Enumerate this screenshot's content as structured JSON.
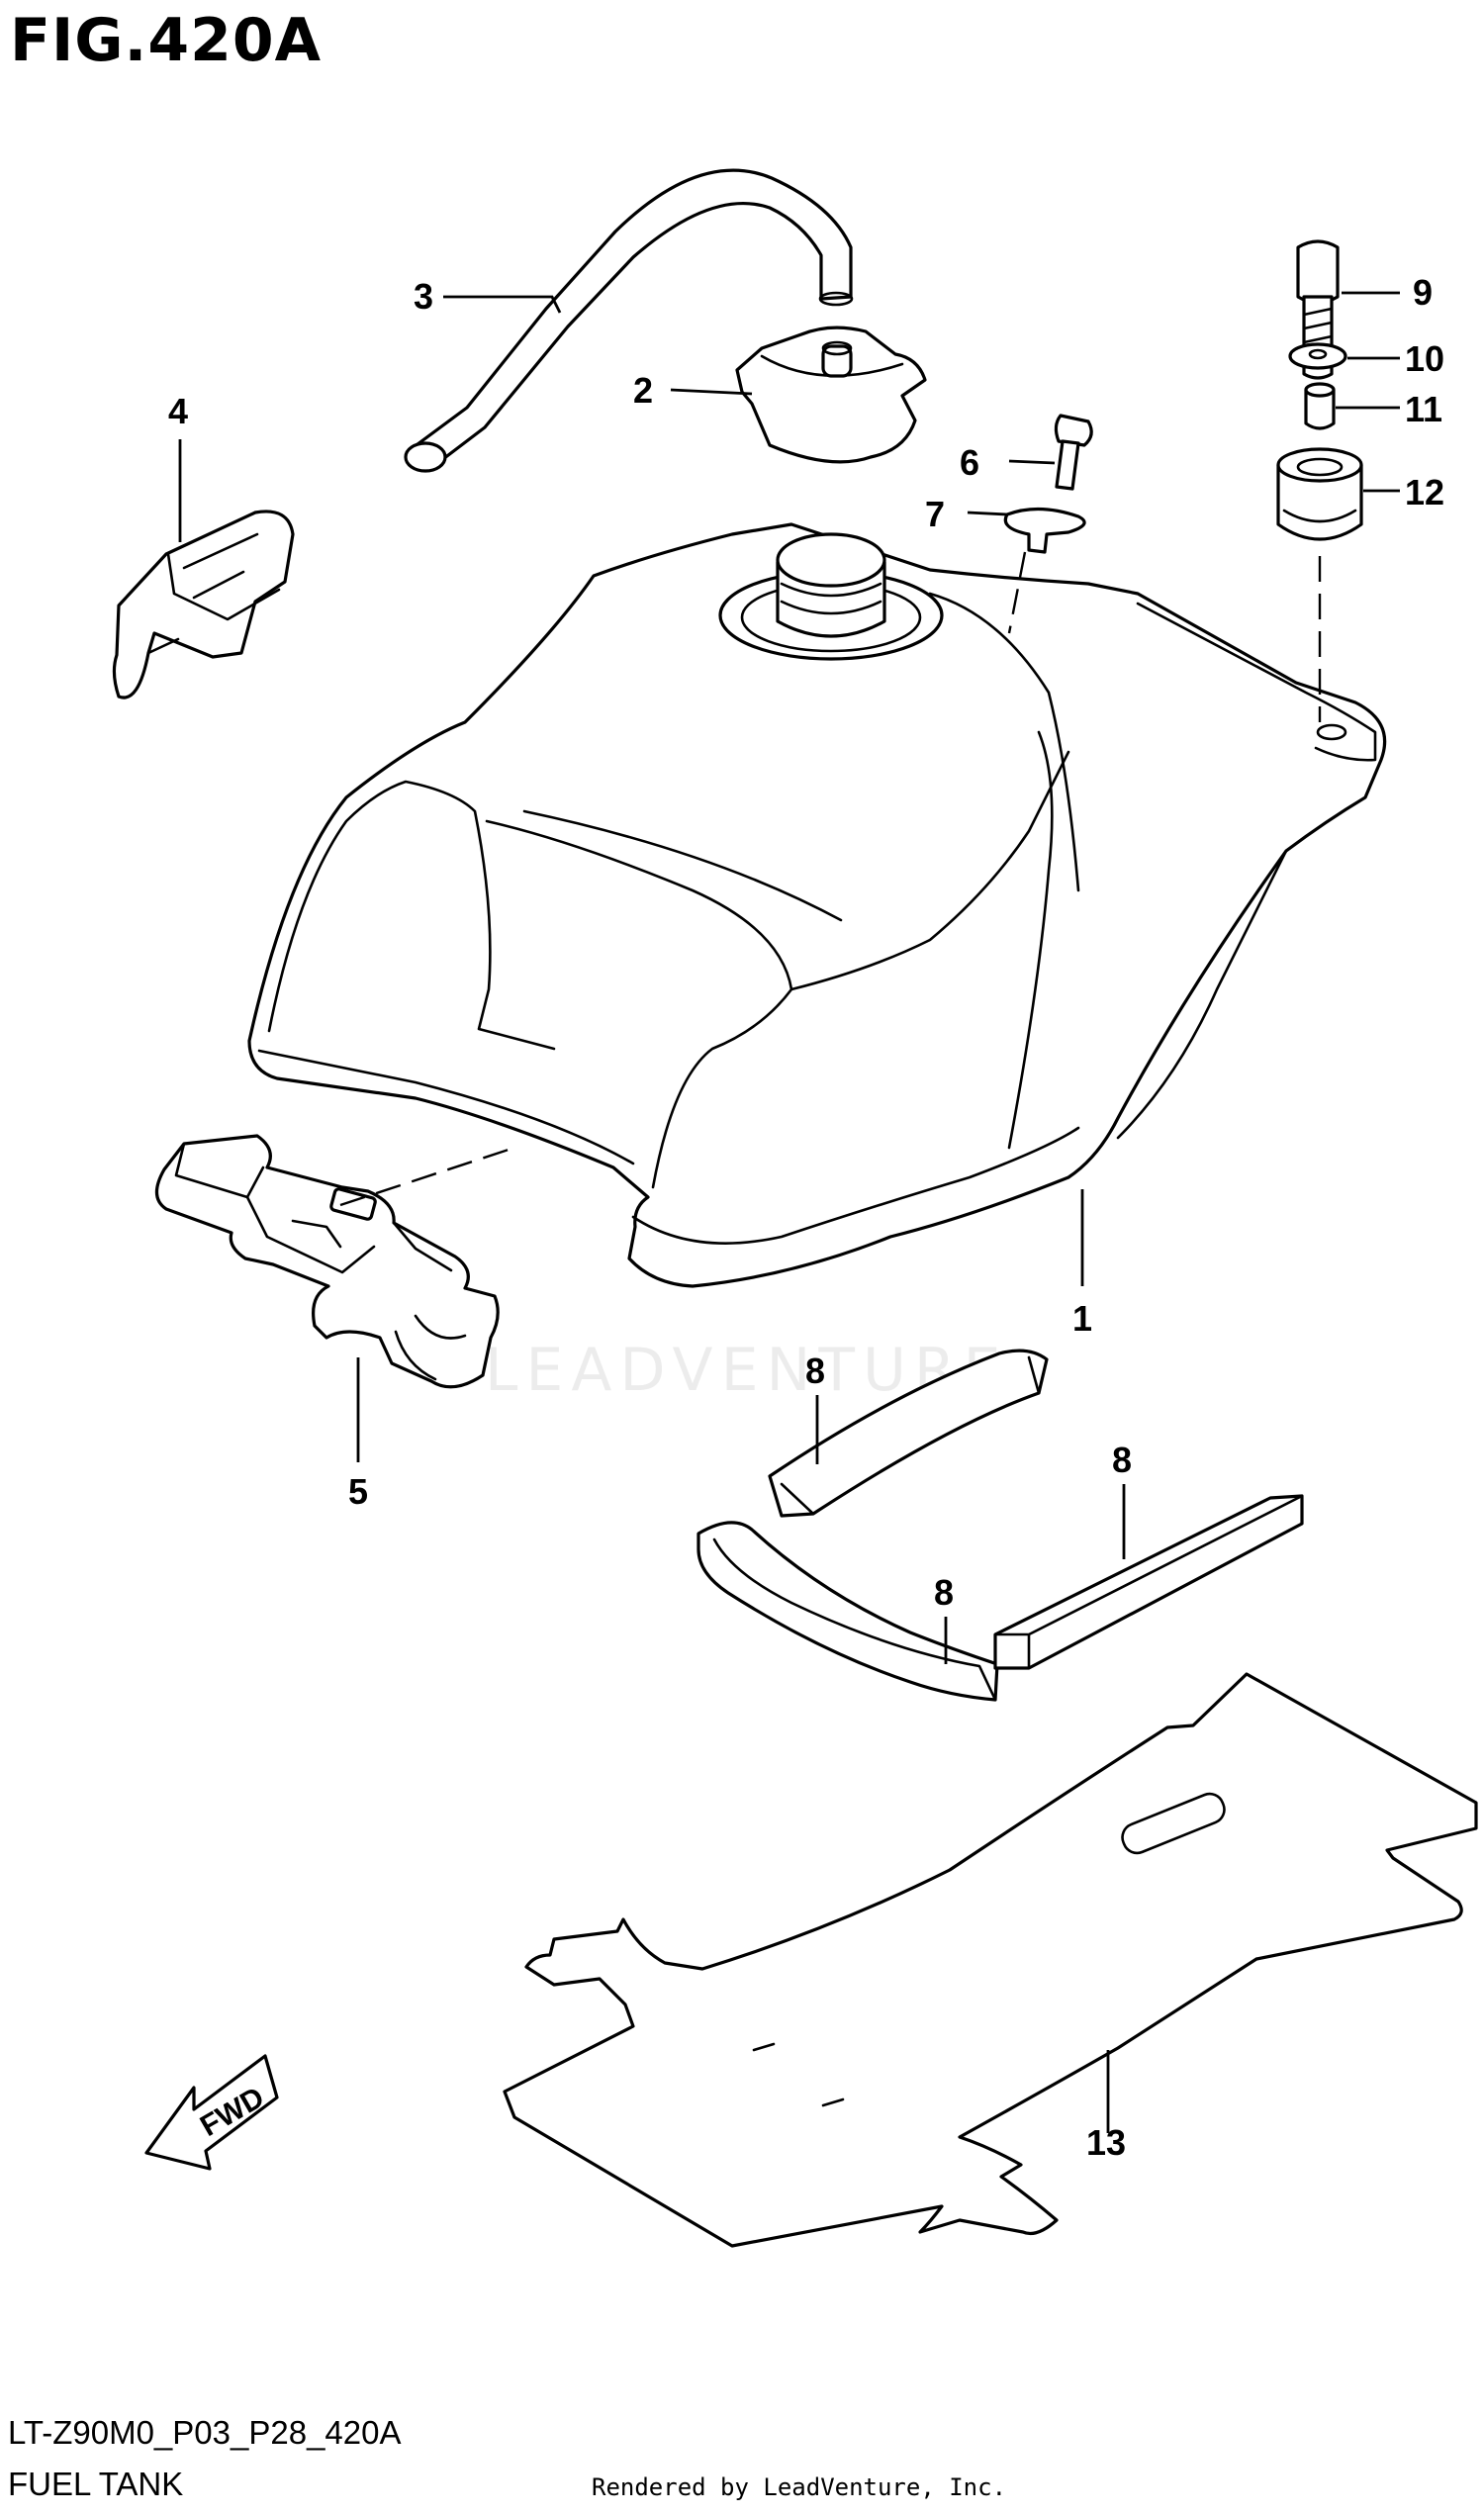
{
  "figure": {
    "title": "FIG.420A",
    "code": "LT-Z90M0_P03_P28_420A",
    "name": "FUEL TANK",
    "credit": "Rendered by LeadVenture, Inc.",
    "watermark": "LEADVENTURE"
  },
  "callouts": {
    "n1": "1",
    "n2": "2",
    "n3": "3",
    "n4": "4",
    "n5": "5",
    "n6": "6",
    "n7": "7",
    "n8a": "8",
    "n8b": "8",
    "n8c": "8",
    "n9": "9",
    "n10": "10",
    "n11": "11",
    "n12": "12",
    "n13": "13"
  },
  "direction_arrow": {
    "label": "FWD"
  }
}
